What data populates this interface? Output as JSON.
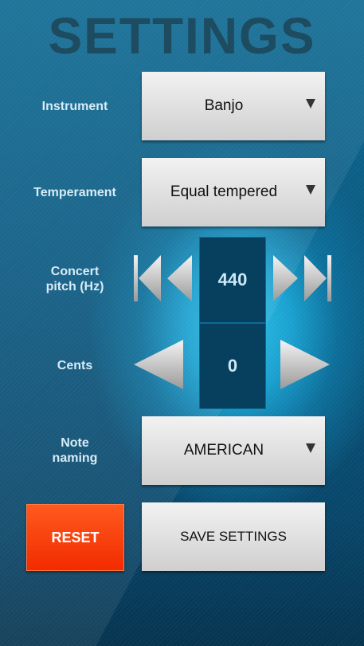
{
  "title": "SETTINGS",
  "instrument": {
    "label": "Instrument",
    "value": "Banjo"
  },
  "temperament": {
    "label": "Temperament",
    "value": "Equal tempered"
  },
  "concert_pitch": {
    "label_line1": "Concert",
    "label_line2": "pitch (Hz)",
    "value": "440"
  },
  "cents": {
    "label": "Cents",
    "value": "0"
  },
  "note_naming": {
    "label_line1": "Note",
    "label_line2": "naming",
    "value": "AMERICAN"
  },
  "buttons": {
    "reset": "RESET",
    "save": "SAVE SETTINGS"
  },
  "colors": {
    "accent_reset": "#f22b00",
    "value_box": "#07405f",
    "title": "#1d4557"
  }
}
